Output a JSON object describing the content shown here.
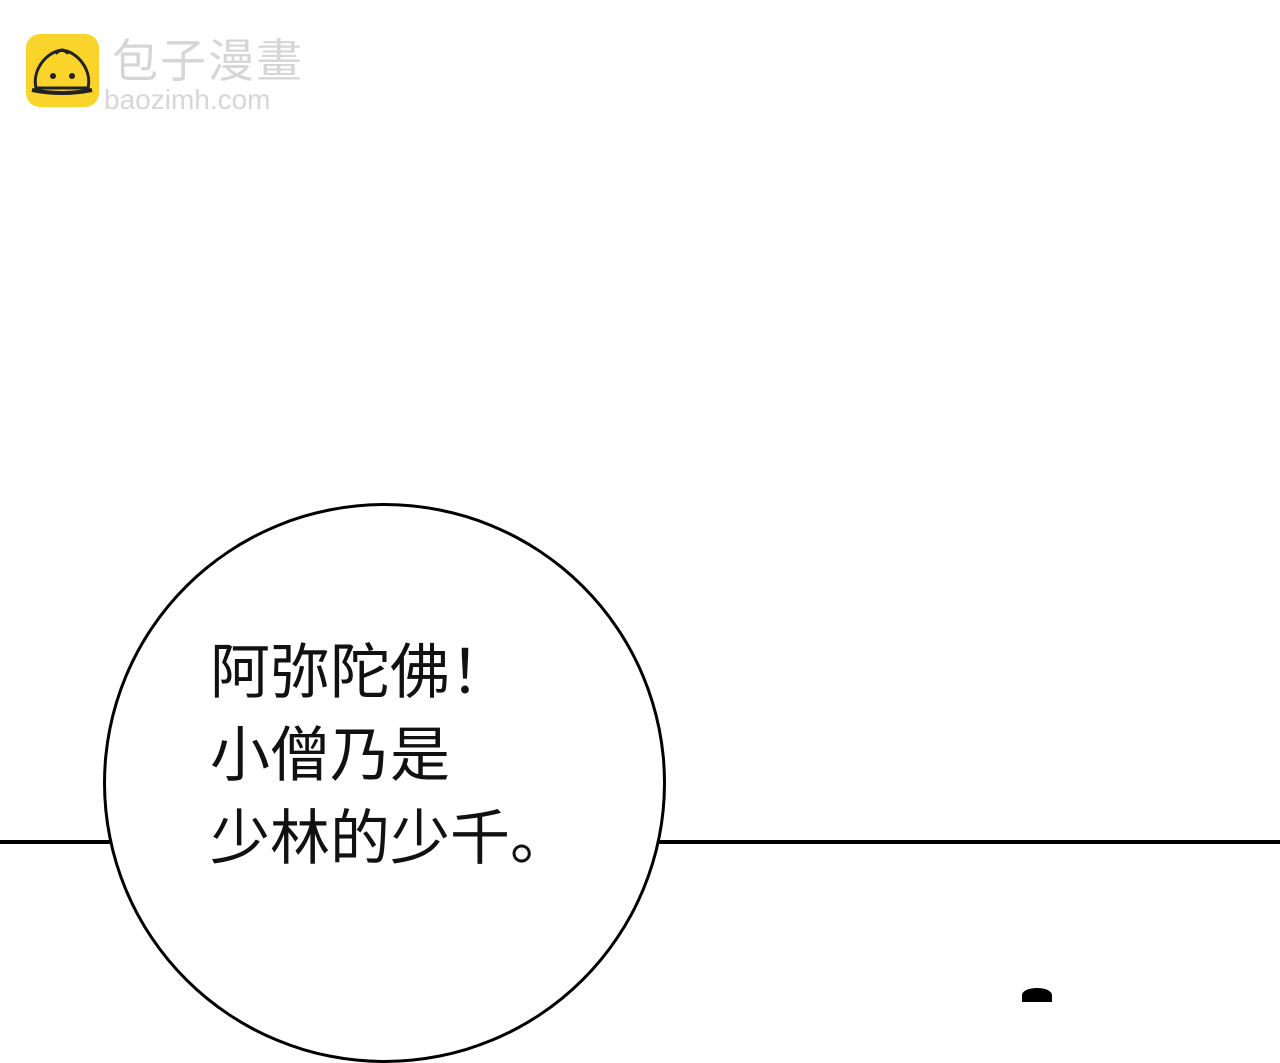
{
  "watermark": {
    "name_cn": "包子漫畫",
    "url": "baozimh.com",
    "logo_color": "#fbd42b"
  },
  "speech_bubble": {
    "lines": [
      "阿弥陀佛！",
      "小僧乃是",
      "少林的少千。"
    ]
  }
}
